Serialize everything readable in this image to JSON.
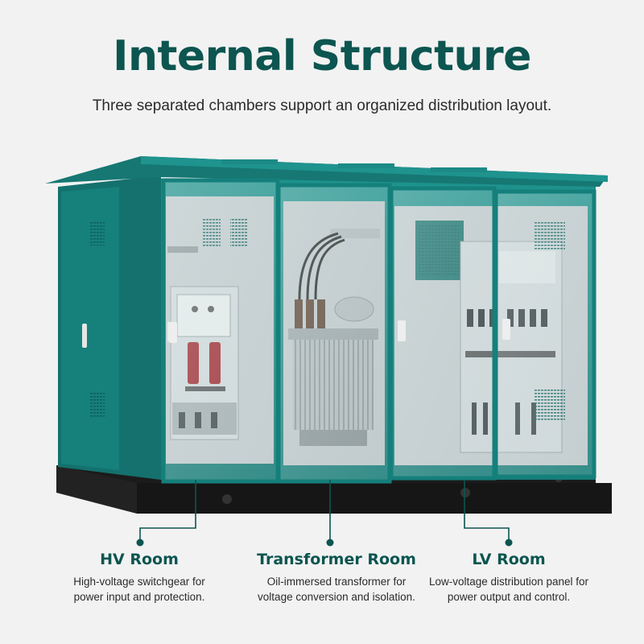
{
  "header": {
    "title": "Internal Structure",
    "subtitle": "Three separated chambers support an organized distribution layout."
  },
  "rooms": [
    {
      "title": "HV Room",
      "description": "High-voltage switchgear for power input and protection."
    },
    {
      "title": "Transformer Room",
      "description": "Oil-immersed transformer for voltage conversion and isolation."
    },
    {
      "title": "LV Room",
      "description": "Low-voltage distribution panel for power output and control."
    }
  ],
  "colors": {
    "accent": "#0c5550",
    "enclosure": "#1a8a85",
    "background": "#f2f2f2"
  }
}
